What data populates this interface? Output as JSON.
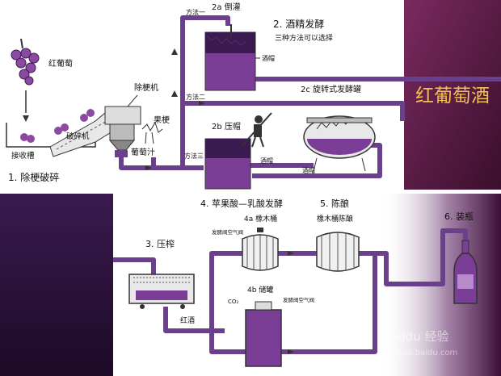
{
  "banner": {
    "title": "红葡萄酒"
  },
  "labels": {
    "grape": "红葡萄",
    "receiving_tank": "接收槽",
    "crusher": "破碎机",
    "destemmer": "除梗机",
    "stems": "果梗",
    "must": "葡萄汁",
    "step1": "1. 除梗破碎",
    "method1": "方法一",
    "method2": "方法二",
    "method3": "方法三",
    "step2a": "2a 倒灌",
    "step2": "2. 酒精发酵",
    "step2_note": "三种方法可以选择",
    "cap_2a": "酒帽",
    "step2c": "2c 旋转式发酵罐",
    "step2b": "2b 压帽",
    "cap_2b": "酒帽",
    "cap_2c": "酒帽",
    "step3": "3. 压榨",
    "red_wine": "红酒",
    "step4": "4. 苹果酸—乳酸发酵",
    "step4a": "4a  橡木桶",
    "valve_4a": "发酵阀空气阀",
    "step4b": "4b  储罐",
    "valve_4b": "发酵阀空气阀",
    "co2": "CO₂",
    "step5": "5. 陈酿",
    "step5_sub": "橡木桶陈酿",
    "step6": "6. 装瓶",
    "watermark": "Baidu 经验",
    "watermark_url": "jingyan.baidu.com"
  },
  "colors": {
    "pipe": "#6a3f8c",
    "wine": "#7a3e96",
    "banner_bg": "#5c1848",
    "banner_text": "#f3c24a",
    "dark_panel": "#2a1238",
    "grape": "#8a4aa3"
  }
}
